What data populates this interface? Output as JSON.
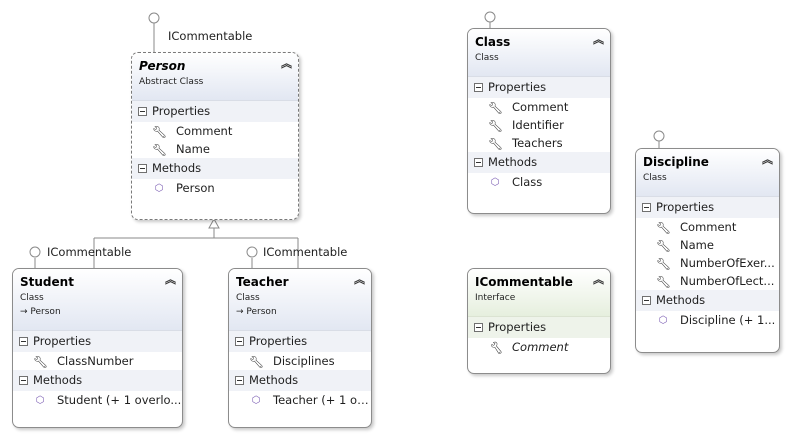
{
  "diagram": {
    "shapes": {
      "person": {
        "name": "Person",
        "kind": "Abstract Class",
        "lollipop": "ICommentable",
        "properties_label": "Properties",
        "methods_label": "Methods",
        "properties": [
          "Comment",
          "Name"
        ],
        "methods": [
          "Person"
        ]
      },
      "student": {
        "name": "Student",
        "kind": "Class",
        "base": "→ Person",
        "lollipop": "ICommentable",
        "properties_label": "Properties",
        "methods_label": "Methods",
        "properties": [
          "ClassNumber"
        ],
        "methods": [
          "Student (+ 1 overlo..."
        ]
      },
      "teacher": {
        "name": "Teacher",
        "kind": "Class",
        "base": "→ Person",
        "lollipop": "ICommentable",
        "properties_label": "Properties",
        "methods_label": "Methods",
        "properties": [
          "Disciplines"
        ],
        "methods": [
          "Teacher (+ 1 ov..."
        ]
      },
      "class": {
        "name": "Class",
        "kind": "Class",
        "properties_label": "Properties",
        "methods_label": "Methods",
        "properties": [
          "Comment",
          "Identifier",
          "Teachers"
        ],
        "methods": [
          "Class"
        ]
      },
      "icommentable": {
        "name": "ICommentable",
        "kind": "Interface",
        "properties_label": "Properties",
        "properties": [
          "Comment"
        ]
      },
      "discipline": {
        "name": "Discipline",
        "kind": "Class",
        "properties_label": "Properties",
        "methods_label": "Methods",
        "properties": [
          "Comment",
          "Name",
          "NumberOfExer...",
          "NumberOfLect..."
        ],
        "methods": [
          "Discipline (+ 1..."
        ]
      }
    },
    "icons": {
      "collapse": "collapse-chevron-icon",
      "property": "wrench-icon",
      "method": "method-cube-icon",
      "toggle": "section-toggle-icon"
    },
    "colors": {
      "class_header": "#e2e7f2",
      "interface_header": "#e6efde",
      "border": "#8c8c8c",
      "method_icon": "#7b5db3"
    }
  }
}
